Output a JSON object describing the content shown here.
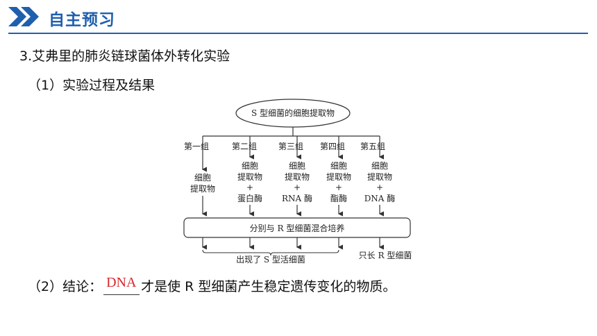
{
  "header": {
    "title": "自主预习",
    "accent_color": "#1f5fae",
    "icon": "double-chevron-right-icon"
  },
  "section": {
    "title": "3.艾弗里的肺炎链球菌体外转化实验",
    "subtitle": "（1）实验过程及结果"
  },
  "diagram": {
    "top_node": "S 型细菌的细胞提取物",
    "groups": [
      {
        "label": "第一组",
        "extract": [
          "细胞",
          "提取物"
        ],
        "plus": "",
        "enzyme": ""
      },
      {
        "label": "第二组",
        "extract": [
          "细胞",
          "提取物"
        ],
        "plus": "+",
        "enzyme": "蛋白酶"
      },
      {
        "label": "第三组",
        "extract": [
          "细胞",
          "提取物"
        ],
        "plus": "+",
        "enzyme": "RNA 酶"
      },
      {
        "label": "第四组",
        "extract": [
          "细胞",
          "提取物"
        ],
        "plus": "+",
        "enzyme": "酯酶"
      },
      {
        "label": "第五组",
        "extract": [
          "细胞",
          "提取物"
        ],
        "plus": "+",
        "enzyme": "DNA 酶"
      }
    ],
    "culture_box": "分别与 R 型细菌混合培养",
    "result_left": "出现了 S 型活细菌",
    "result_right": "只长 R 型细菌"
  },
  "conclusion": {
    "prefix": "（2）结论：",
    "answer": "DNA",
    "suffix": "才是使 R 型细菌产生稳定遗传变化的物质。",
    "answer_color": "#d6262b"
  }
}
